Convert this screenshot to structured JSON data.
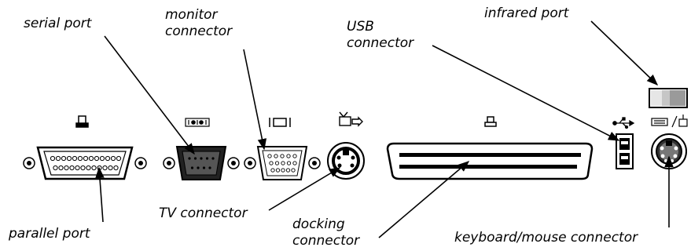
{
  "labels": {
    "serial_port": "serial port",
    "monitor_connector": [
      "monitor",
      "connector"
    ],
    "usb_connector": [
      "USB",
      "connector"
    ],
    "infrared_port": "infrared port",
    "parallel_port": "parallel port",
    "tv_connector": "TV connector",
    "docking_connector": [
      "docking",
      "connector"
    ],
    "keyboard_mouse_connector": "keyboard/mouse connector"
  },
  "icons": {
    "parallel": "printer-icon",
    "serial": "serial-ioioi-icon",
    "monitor": "monitor-icon",
    "tv": "tv-out-icon",
    "docking": "docking-icon",
    "usb": "usb-icon",
    "keyboard_mouse": "keyboard-mouse-icon"
  }
}
